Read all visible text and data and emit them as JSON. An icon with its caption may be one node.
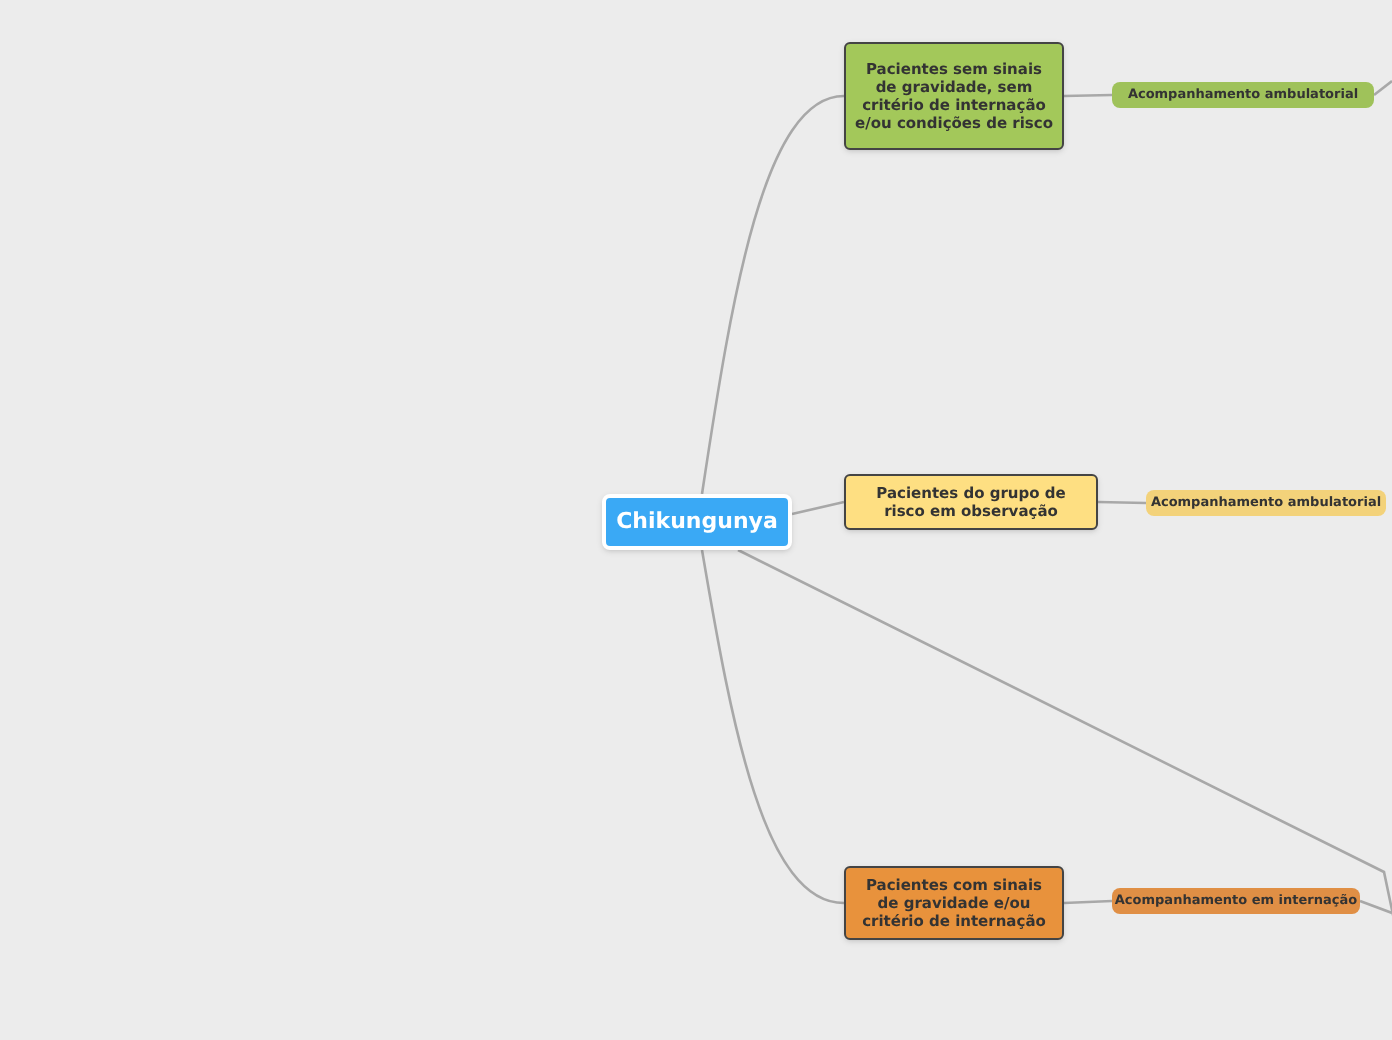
{
  "diagram": {
    "nodes": [
      {
        "text": [
          "Chikungunya"
        ]
      },
      {
        "text": [
          "Pacientes sem sinais de gravidade, sem critério de internação e/ou condições de risco"
        ]
      },
      {
        "text": [
          "Acompanhamento ambulatorial"
        ]
      },
      {
        "text": [
          "Pacientes do grupo de risco em observação"
        ]
      },
      {
        "text": [
          "Acompanhamento ambulatorial"
        ]
      },
      {
        "text": [
          "Pacientes com sinais de gravidade e/ou critério de internação"
        ]
      },
      {
        "text": [
          "Acompanhamento em internação"
        ]
      }
    ],
    "edges": [
      {
        "from": 0,
        "to": 1,
        "arrow": "none"
      },
      {
        "from": 1,
        "to": 2,
        "arrow": "none"
      },
      {
        "from": 0,
        "to": 3,
        "arrow": "none"
      },
      {
        "from": 3,
        "to": 4,
        "arrow": "none"
      },
      {
        "from": 0,
        "to": 5,
        "arrow": "none"
      },
      {
        "from": 5,
        "to": 6,
        "arrow": "none"
      },
      {
        "from": 0,
        "to": null,
        "arrow": "none"
      },
      {
        "from": 2,
        "to": null,
        "arrow": "none"
      },
      {
        "from": 6,
        "to": null,
        "arrow": "none"
      }
    ]
  }
}
